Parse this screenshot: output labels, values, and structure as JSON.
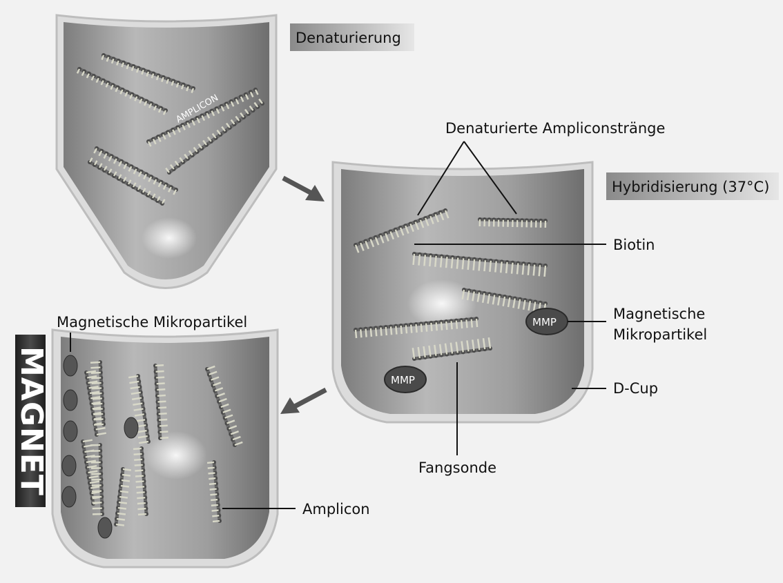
{
  "labels": {
    "denaturation": "Denaturierung",
    "hybridization": "Hybridisierung (37°C)",
    "denatured_strands": "Denaturierte Ampliconstränge",
    "biotin": "Biotin",
    "magnetic_particles_line1": "Magnetische",
    "magnetic_particles_line2": "Mikropartikel",
    "d_cup": "D-Cup",
    "capture_probe": "Fangsonde",
    "magnetic_microparticles": "Magnetische Mikropartikel",
    "amplicon": "Amplicon",
    "amplicon_caps": "AMPLICON",
    "magnet": "MAGNET",
    "mmp": "MMP"
  },
  "colors": {
    "cup_fill": "#a9a9a9",
    "cup_edge": "#d9d9d9",
    "strand": "#6a6a6a",
    "bead": "#4a4a4a",
    "magnet_bar": "#2f2f2f",
    "tag_bg": "#9a9a9a"
  }
}
